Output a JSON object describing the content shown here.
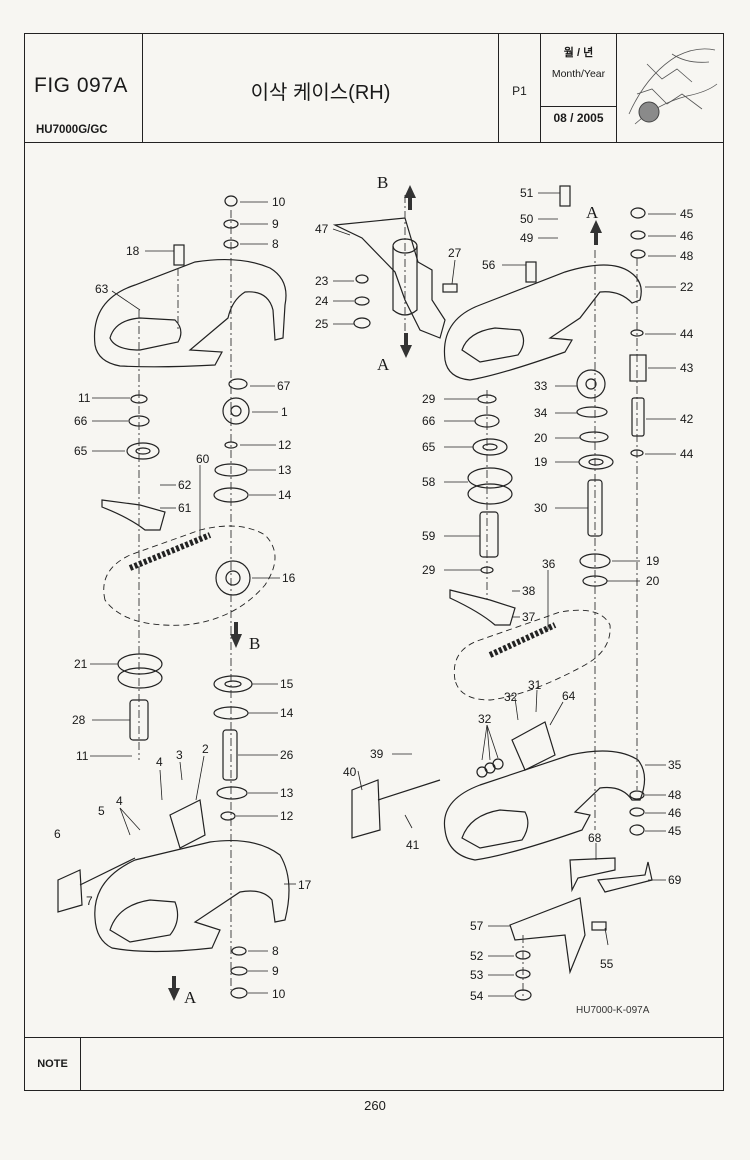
{
  "header": {
    "fig_no": "FIG 097A",
    "model": "HU7000G/GC",
    "title": "이삭 케이스(RH)",
    "page_code": "P1",
    "month_year_ko": "월 / 년",
    "month_year_en": "Month/Year",
    "date": "08 / 2005"
  },
  "diagram": {
    "drawing_code": "HU7000-K-097A",
    "markers": {
      "a": "A",
      "b": "B"
    },
    "parts": [
      "1",
      "2",
      "3",
      "4",
      "5",
      "6",
      "7",
      "8",
      "9",
      "10",
      "11",
      "12",
      "13",
      "14",
      "15",
      "16",
      "17",
      "18",
      "19",
      "20",
      "21",
      "22",
      "23",
      "24",
      "25",
      "26",
      "27",
      "28",
      "29",
      "30",
      "31",
      "32",
      "33",
      "34",
      "35",
      "36",
      "37",
      "38",
      "39",
      "40",
      "41",
      "42",
      "43",
      "44",
      "45",
      "46",
      "47",
      "48",
      "49",
      "50",
      "51",
      "52",
      "53",
      "54",
      "55",
      "56",
      "57",
      "58",
      "59",
      "60",
      "61",
      "62",
      "63",
      "64",
      "65",
      "66",
      "67",
      "68",
      "69"
    ]
  },
  "note": {
    "label": "NOTE"
  },
  "footer": {
    "page_number": "260"
  }
}
